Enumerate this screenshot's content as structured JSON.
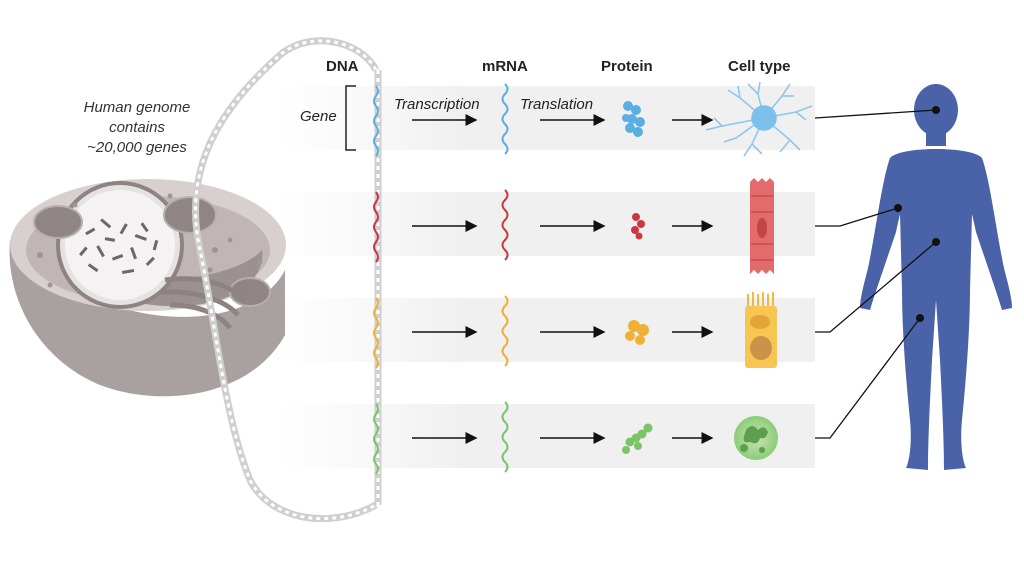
{
  "genome_caption": [
    "Human genome",
    "contains",
    "~20,000 genes"
  ],
  "headers": {
    "dna": "DNA",
    "mrna": "mRNA",
    "protein": "Protein",
    "cell_type": "Cell type"
  },
  "gene_label": "Gene",
  "process_labels": {
    "transcription": "Transcription",
    "translation": "Translation"
  },
  "colors": {
    "row_band": "#f0f0f0",
    "gene_blue": "#5aaee0",
    "gene_red": "#c83a3e",
    "gene_orange": "#f0b036",
    "gene_green": "#7cc46a",
    "body": "#4a63a8",
    "arrow": "#111111",
    "cell_gray": "#a89c9c"
  },
  "rows": [
    {
      "gene_color": "#5aaee0",
      "cell_type_icon": "neuron-icon",
      "body_target": "head"
    },
    {
      "gene_color": "#c83a3e",
      "cell_type_icon": "muscle-cell-icon",
      "body_target": "arm"
    },
    {
      "gene_color": "#f0b036",
      "cell_type_icon": "epithelial-cell-icon",
      "body_target": "abdomen"
    },
    {
      "gene_color": "#7cc46a",
      "cell_type_icon": "white-blood-cell-icon",
      "body_target": "leg"
    }
  ]
}
